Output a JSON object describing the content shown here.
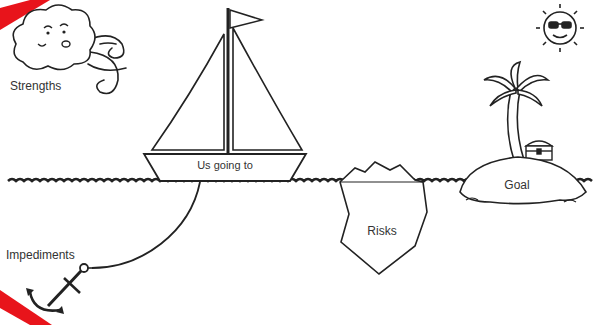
{
  "diagram": {
    "nodes": [
      {
        "text": [
          "Strengths"
        ]
      },
      {
        "text": [
          "Us going to"
        ]
      },
      {
        "text": [
          "Goal"
        ]
      },
      {
        "text": [
          "Impediments"
        ]
      },
      {
        "text": [
          "Risks"
        ]
      }
    ],
    "edges": [
      {
        "from": 3,
        "to": 1,
        "arrow": "none"
      }
    ]
  }
}
